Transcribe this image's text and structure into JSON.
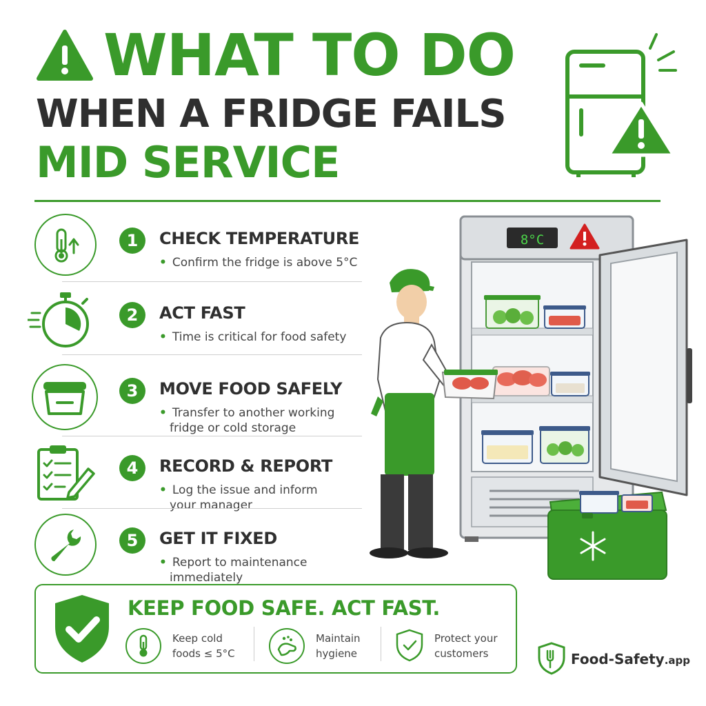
{
  "header": {
    "line1": "WHAT TO DO",
    "line2": "WHEN A FRIDGE FAILS",
    "line3": "MID SERVICE"
  },
  "steps": [
    {
      "num": "1",
      "title": "CHECK TEMPERATURE",
      "desc1": "Confirm the fridge is above 5°C",
      "desc2": "",
      "icon": "thermometer-up-icon"
    },
    {
      "num": "2",
      "title": "ACT FAST",
      "desc1": "Time is critical for food safety",
      "desc2": "",
      "icon": "stopwatch-icon"
    },
    {
      "num": "3",
      "title": "MOVE FOOD SAFELY",
      "desc1": "Transfer to another working",
      "desc2": "fridge or cold storage",
      "icon": "container-icon"
    },
    {
      "num": "4",
      "title": "RECORD & REPORT",
      "desc1": "Log the issue and inform",
      "desc2": "your manager",
      "icon": "clipboard-icon"
    },
    {
      "num": "5",
      "title": "GET IT FIXED",
      "desc1": "Report to maintenance",
      "desc2": "immediately",
      "icon": "wrench-icon"
    }
  ],
  "fridge": {
    "display": "8°C"
  },
  "banner": {
    "title": "KEEP FOOD SAFE. ACT FAST.",
    "tips": [
      {
        "line1": "Keep cold",
        "line2": "foods ≤ 5°C",
        "icon": "thermometer-icon"
      },
      {
        "line1": "Maintain",
        "line2": "hygiene",
        "icon": "handwash-icon"
      },
      {
        "line1": "Protect your",
        "line2": "customers",
        "icon": "shield-check-icon"
      }
    ]
  },
  "brand": {
    "name": "Food-Safety",
    "suffix": ".app"
  },
  "colors": {
    "accent": "#3a9a2a",
    "dark": "#2f2f2f",
    "warning": "#d32020"
  }
}
